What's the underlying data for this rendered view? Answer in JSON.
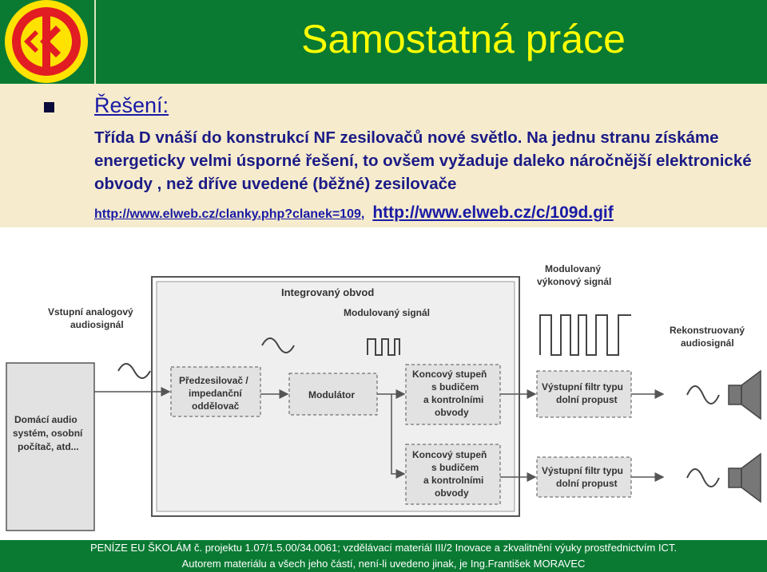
{
  "header": {
    "title": "Samostatná práce"
  },
  "content": {
    "heading": "Řešení:",
    "paragraph": "Třída D vnáší do konstrukcí NF zesilovačů nové světlo. Na jednu stranu získáme energeticky velmi úsporné řešení, to ovšem vyžaduje daleko náročnější elektronické obvody , než dříve uvedené (běžné) zesilovače",
    "link1": "http://www.elweb.cz/clanky.php?clanek=109",
    "separator": ",",
    "link2": "http://www.elweb.cz/c/109d.gif"
  },
  "diagram": {
    "integrated_label": "Integrovaný obvod",
    "modulated_signal": "Modulovaný signál",
    "modulated_power_line1": "Modulovaný",
    "modulated_power_line2": "výkonový signál",
    "input_line1": "Vstupní analogový",
    "input_line2": "audiosignál",
    "reconstructed_line1": "Rekonstruovaný",
    "reconstructed_line2": "audiosignál",
    "source_line1": "Domácí audio",
    "source_line2": "systém, osobní",
    "source_line3": "počítač, atd...",
    "preamp_line1": "Předzesilovač /",
    "preamp_line2": "impedanční",
    "preamp_line3": "oddělovač",
    "modulator": "Modulátor",
    "stage_line1": "Koncový stupeň",
    "stage_line2": "s budičem",
    "stage_line3": "a kontrolními",
    "stage_line4": "obvody",
    "filter_line1": "Výstupní filtr typu",
    "filter_line2": "dolní propust"
  },
  "footer": {
    "line1": "PENÍZE EU ŠKOLÁM č. projektu 1.07/1.5.00/34.0061; vzdělávací materiál III/2 Inovace a zkvalitnění výuky prostřednictvím ICT.",
    "line2": "Autorem materiálu a všech jeho částí, není-li uvedeno jinak, je Ing.František MORAVEC"
  },
  "colors": {
    "header_green": "#0a7a33",
    "title_yellow": "#ffff00",
    "content_bg": "#f6eccd",
    "text_blue": "#1b1b86",
    "logo_red": "#e21c23",
    "logo_yellow": "#ffe200"
  }
}
